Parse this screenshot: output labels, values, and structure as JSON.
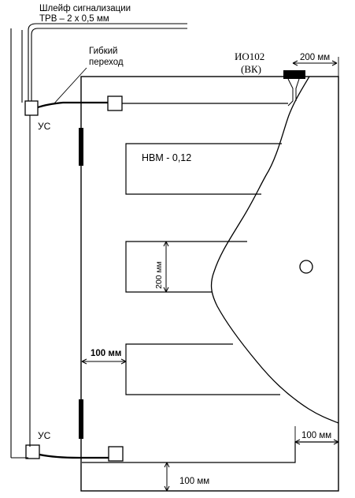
{
  "labels": {
    "loop_title": "Шлейф сигнализации",
    "loop_cable": "ТРВ – 2 х 0,5 мм",
    "flex_line1": "Гибкий",
    "flex_line2": "переход",
    "detector_line1": "ИО102",
    "detector_line2": "(ВК)",
    "dim_top": "200 мм",
    "panel_label": "НВМ - 0,12",
    "dim_vertical": "200 мм",
    "dim_left": "100 мм",
    "dim_right": "100 мм",
    "dim_bottom": "100 мм",
    "us_top": "УС",
    "us_bottom": "УС"
  }
}
